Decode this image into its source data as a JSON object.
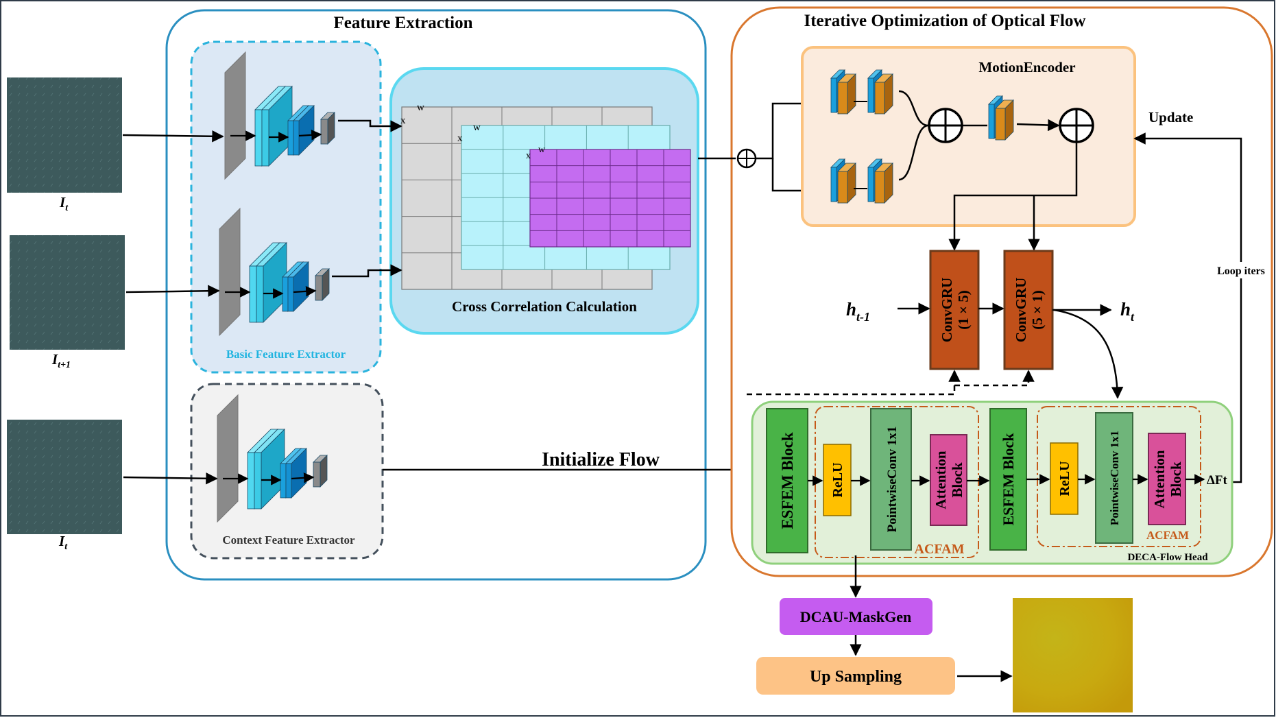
{
  "feature_extraction": {
    "title": "Feature Extraction",
    "basic_extractor_label": "Basic Feature Extractor",
    "context_extractor_label": "Context Feature Extractor",
    "cross_correlation_label": "Cross Correlation Calculation",
    "grid_marks": {
      "x": "x",
      "w": "w"
    }
  },
  "inputs": [
    {
      "label_main": "I",
      "label_sub": "t"
    },
    {
      "label_main": "I",
      "label_sub": "t+1"
    },
    {
      "label_main": "I",
      "label_sub": "t"
    }
  ],
  "initialize_flow_label": "Initialize Flow",
  "optical_flow": {
    "title": "Iterative Optimization of Optical Flow",
    "motion_encoder_label": "MotionEncoder",
    "update_label": "Update",
    "loop_label": "Loop iters",
    "convgru_1": {
      "line1": "ConvGRU",
      "line2": "(1 × 5)"
    },
    "convgru_2": {
      "line1": "ConvGRU",
      "line2": "(5 × 1)"
    },
    "h_prev": {
      "main": "h",
      "sub": "t-1"
    },
    "h_next": {
      "main": "h",
      "sub": "t"
    }
  },
  "flow_head": {
    "label": "DECA-Flow Head",
    "esfem_label": "ESFEM Block",
    "relu_label": "ReLU",
    "pointwise_label": "PointwiseConv 1x1",
    "attention_line1": "Attention",
    "attention_line2": "Block",
    "acfam_label": "ACFAM",
    "delta_label": "ΔFt"
  },
  "mask_gen_label": "DCAU-MaskGen",
  "upsampling_label": "Up Sampling",
  "colors": {
    "feature_border": "#2a8fc0",
    "optical_border": "#d9772e",
    "convgru": "#c0501a",
    "esfem": "#49b347",
    "relu": "#ffc000",
    "pointwise": "#6fb57a",
    "attention": "#d9519a",
    "maskgen": "#c55cf0",
    "upsampling": "#fdc386",
    "grid_purple": "#c46cf0",
    "grid_cyan": "#b8f2fb"
  }
}
